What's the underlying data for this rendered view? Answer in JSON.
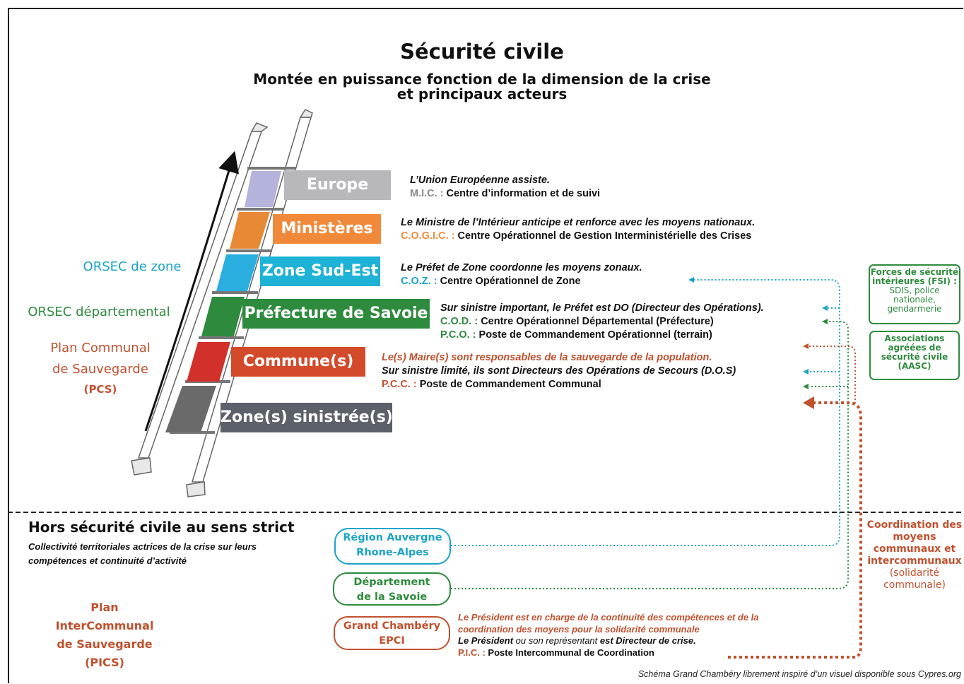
{
  "title": "Sécurité civile",
  "subtitle_line1": "Montée en puissance fonction de la dimension de la crise",
  "subtitle_line2": "et principaux acteurs",
  "colors": {
    "europe": "#b8b8ba",
    "ministeres": "#f08a3a",
    "zone": "#1db2d6",
    "prefecture": "#2e8b3e",
    "commune": "#d24a2a",
    "sinistre": "#5c6068",
    "cyan": "#1aa3c8",
    "green": "#2e8b3e",
    "red": "#c0512e"
  },
  "levels": {
    "europe": "Europe",
    "ministeres": "Ministères",
    "zone": "Zone Sud-Est",
    "prefecture": "Préfecture de Savoie",
    "commune": "Commune(s)",
    "sinistre": "Zone(s) sinistrée(s)"
  },
  "side_labels": {
    "orsec_zone": "ORSEC de zone",
    "orsec_dep": "ORSEC départemental",
    "pcs_1": "Plan Communal",
    "pcs_2": "de Sauvegarde",
    "pcs_3": "(PCS)"
  },
  "desc": {
    "europe": {
      "line1": "L’Union Européenne assiste.",
      "acr": "M.I.C. :",
      "rest": " Centre d’information et de suivi"
    },
    "ministeres": {
      "line1": "Le Ministre de l’Intérieur anticipe et renforce avec les moyens nationaux.",
      "acr": "C.O.G.I.C. :",
      "rest": " Centre Opérationnel de Gestion Interministérielle des Crises"
    },
    "zone": {
      "line1": "Le Préfet de Zone coordonne les moyens zonaux.",
      "acr": "C.O.Z. :",
      "rest": " Centre Opérationnel de Zone"
    },
    "prefecture": {
      "line1": "Sur sinistre important, le Préfet est DO (Directeur des Opérations).",
      "acr1": "C.O.D. :",
      "rest1": " Centre Opérationnel Départemental (Préfecture)",
      "acr2": "P.C.O. :",
      "rest2": " Poste de Commandement Opérationnel (terrain)"
    },
    "commune": {
      "line1": "Le(s) Maire(s) sont responsables de la sauvegarde de la population.",
      "line2": "Sur sinistre limité, ils sont Directeurs des Opérations de Secours (D.O.S)",
      "acr": "P.C.C. :",
      "rest": " Poste de Commandement Communal"
    }
  },
  "right_boxes": {
    "fsi_title": "Forces de sécurité intérieures (FSI) :",
    "fsi_body": "SDIS, police nationale, gendarmerie",
    "aasc_title": "Associations agréées de sécurité civile (AASC)"
  },
  "coordination": {
    "title": "Coordination des moyens communaux et intercommunaux",
    "body": "(solidarité communale)"
  },
  "lower": {
    "heading": "Hors sécurité civile au sens strict",
    "sub1": "Collectivité territoriales actrices de la crise sur leurs",
    "sub2": "compétences et continuité d’activité",
    "pics_1": "Plan",
    "pics_2": "InterCommunal",
    "pics_3": "de Sauvegarde",
    "pics_4": "(PICS)",
    "region_1": "Région Auvergne",
    "region_2": "Rhone-Alpes",
    "dep_1": "Département",
    "dep_2": "de la Savoie",
    "gc_1": "Grand Chambéry",
    "gc_2": "EPCI",
    "pres_line1": "Le Président est en charge de la continuité des compétences et de la",
    "pres_line2": "coordination des moyens pour la solidarité communale",
    "pres_line3a": "Le Président",
    "pres_line3b": " ou son représentant ",
    "pres_line3c": "est Directeur de crise.",
    "pic_acr": "P.I.C. :",
    "pic_rest": " Poste Intercommunal de Coordination"
  },
  "credit": "Schéma Grand Chambéry librement inspiré d’un visuel disponible sous Cypres.org"
}
